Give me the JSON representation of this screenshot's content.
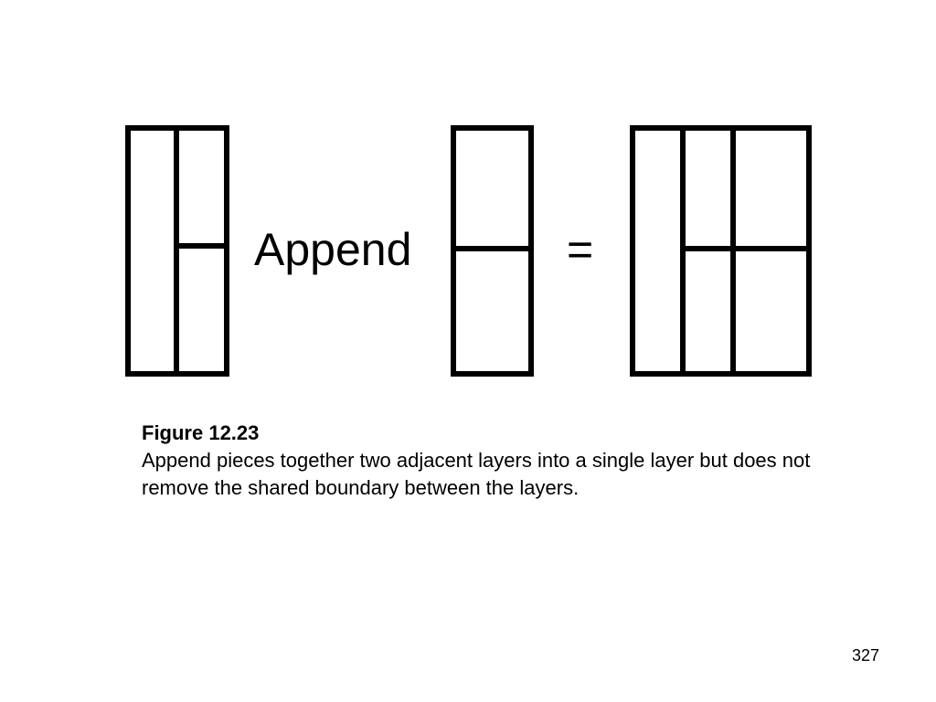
{
  "diagram": {
    "operator_label": "Append",
    "equals_label": "=",
    "stroke_color": "#000000"
  },
  "caption": {
    "title": "Figure 12.23",
    "text": "Append pieces together two adjacent layers into a single layer but does not remove the shared boundary between the layers."
  },
  "page_number": "327"
}
